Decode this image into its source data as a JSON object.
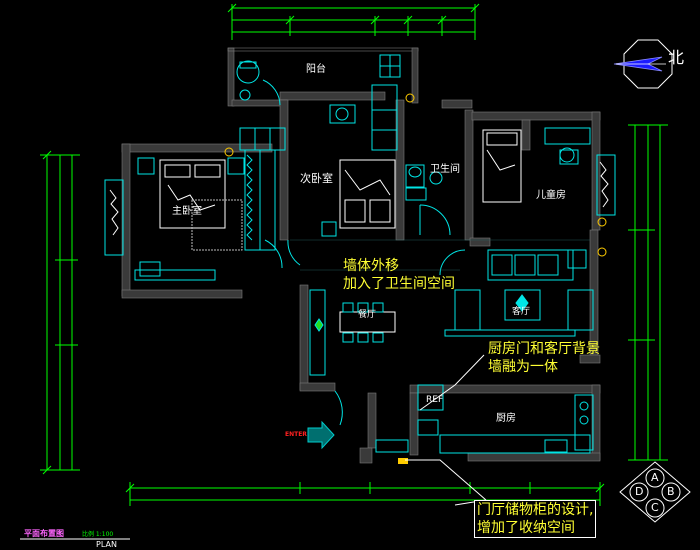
{
  "compass": {
    "label": "北"
  },
  "rooms": {
    "balcony": "阳台",
    "second_bedroom": "次卧室",
    "bathroom": "卫生间",
    "kids_room": "儿童房",
    "master_bedroom": "主卧室",
    "living_room": "客厅",
    "dining_room": "餐厅",
    "kitchen": "厨房"
  },
  "annotations": {
    "wall_move": [
      "墙体外移",
      "加入了卫生间空间"
    ],
    "kitchen_door": [
      "厨房门和客厅背景",
      "墙融为一体"
    ],
    "entry_storage": [
      "门厅储物柜的设计,",
      "增加了收纳空间"
    ]
  },
  "labels": {
    "entry": "ENTER",
    "ref": "REF",
    "plan_title": "平面布置图",
    "plan_en": "PLAN",
    "scale": "比例 1:100"
  },
  "section_marks": [
    "A",
    "B",
    "C",
    "D"
  ],
  "colors": {
    "background": "#000000",
    "wall": "#3a3a3a",
    "furniture": "#00e5e5",
    "dimension": "#00ff00",
    "annotation": "#ffff33",
    "compass": "#1a1aff",
    "entry_arrow": "#00cccc",
    "entry_text": "#ff2020"
  }
}
